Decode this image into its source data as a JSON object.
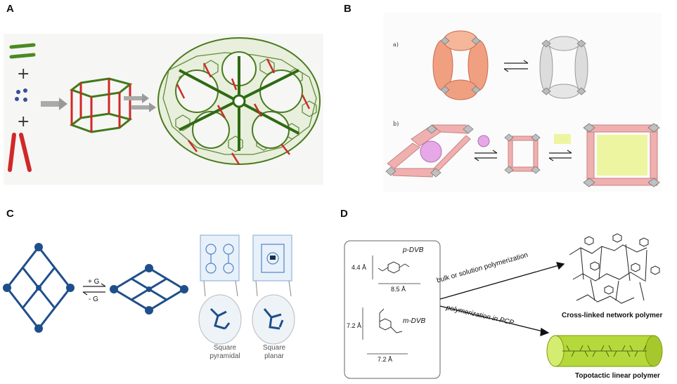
{
  "panels": {
    "A": {
      "letter": "A"
    },
    "B": {
      "letter": "B",
      "sublabel_a": "a)",
      "sublabel_b": "b)"
    },
    "C": {
      "letter": "C",
      "plus_g": "+ G",
      "minus_g": "- G",
      "square_pyramidal": "Square pyramidal",
      "square_planar": "Square planar"
    },
    "D": {
      "letter": "D",
      "p_dvb": "p-DVB",
      "m_dvb": "m-DVB",
      "dim_p_height": "4.4 Å",
      "dim_p_width": "8.5 Å",
      "dim_m_height": "7.2 Å",
      "dim_m_width": "7.2 Å",
      "arrow_top_label": "bulk or solution polymerization",
      "arrow_bottom_label": "polymerization in PCP",
      "product_top": "Cross-linked network polymer",
      "product_bottom": "Topotactic linear polymer"
    }
  },
  "colors": {
    "framework_green": "#4a7a1e",
    "pillar_red": "#d03030",
    "salmon": "#f0a080",
    "gray": "#c8c8c8",
    "pink": "#f0b0b0",
    "yellow": "#eef5a0",
    "mof_blue": "#1f4f8a",
    "tube_green": "#b5d93a"
  }
}
